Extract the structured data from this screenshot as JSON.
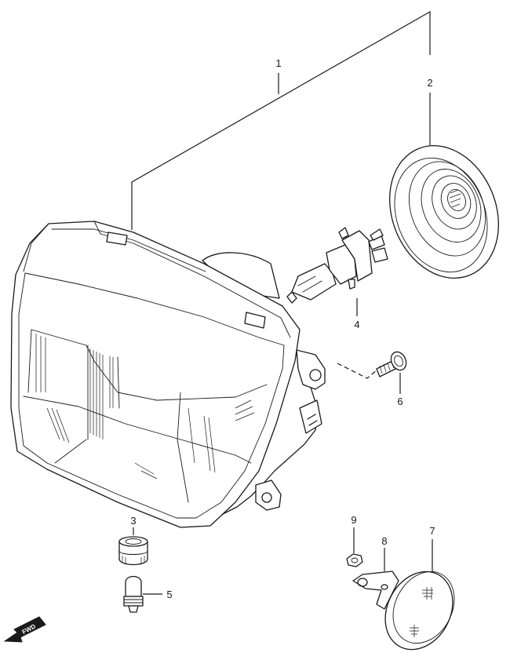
{
  "callouts": [
    {
      "id": "1",
      "label": "1"
    },
    {
      "id": "2",
      "label": "2"
    },
    {
      "id": "3",
      "label": "3"
    },
    {
      "id": "4",
      "label": "4"
    },
    {
      "id": "5",
      "label": "5"
    },
    {
      "id": "6",
      "label": "6"
    },
    {
      "id": "7",
      "label": "7"
    },
    {
      "id": "8",
      "label": "8"
    },
    {
      "id": "9",
      "label": "9"
    }
  ],
  "direction_marker": {
    "label": "FWD",
    "icon": "forward-arrow-icon"
  }
}
